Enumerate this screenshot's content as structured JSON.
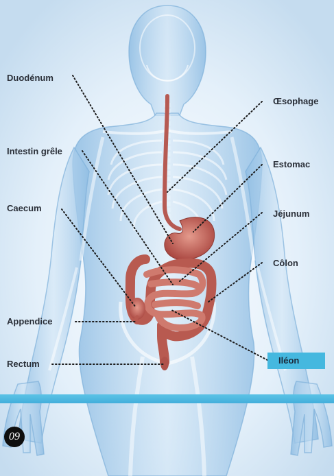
{
  "labels": {
    "duodenum": "Duodénum",
    "intestin_grele": "Intestin grêle",
    "caecum": "Caecum",
    "appendice": "Appendice",
    "rectum": "Rectum",
    "oesophage": "Œsophage",
    "estomac": "Estomac",
    "jejunum": "Jéjunum",
    "colon": "Côlon",
    "ileon": "Iléon"
  },
  "page_number": "09",
  "colors": {
    "background": "#dbeaf6",
    "body": "#a9cde9",
    "organ": "#c86a62",
    "highlight": "#45b8df",
    "leader": "#1a1a1a"
  }
}
